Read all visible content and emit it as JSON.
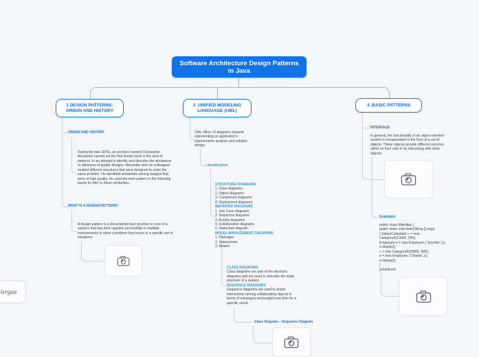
{
  "title": "Software Architecture Design Patterns in Java",
  "signature": "as Vargas",
  "branch1": {
    "header": "1 DESIGN PATTERNS: ORIGIN AND HISTORY",
    "origin_label": "ORIGIN AND HISTORY",
    "origin_body": "During the late 1970s, an architect named Christopher Alexander carried out the first known work in the area of patterns. In an attempt to identify and describe the wholeness or aliveness of quality designs, Alexander and his colleagues studied different structures that were designed to solve the same problem. He identified similarities among designs that were of high quality. He used the term pattern in the following books to refer to these similarities.",
    "what_label": "WHAT IS A DESIGN PATTERN?",
    "what_body": "A design pattern is a documented best practice or core of a solution that has been applied successfully in multiple environments to solve a problem that recurs in a specific set of situations."
  },
  "branch2": {
    "header": "2 .UNIFIED MODELING LANGUAGE (UML)",
    "intro": "UML offers 12 diagrams towards representing an application's requirements analysis and solution design.",
    "classification_label": "classification",
    "structure_heading": "STRUCTURE DIAGRAMS",
    "structure_items": [
      "1. Class diagrams",
      "2. Object diagrams",
      "3. Component diagrams",
      "4. Deployment diagrams"
    ],
    "behavior_heading": "BEHAVIOR DIAGRAMS",
    "behavior_items": [
      "1. Use Case diagrams",
      "2. Sequence diagrams",
      "3. Activity diagrams",
      "4. Collaboration diagrams",
      "5. Statechart diagram"
    ],
    "model_heading": "MODEL MANAGEMENT DIAGRAMS",
    "model_items": [
      "1. Packages",
      "2. Subsystems",
      "3. Models"
    ],
    "class_heading": "CLASS DIAGRAMS",
    "class_body": "Class diagrams are part of the structure diagrams and are used to describe the static structure of a system.",
    "sequence_heading": "SEQUENCE DIAGRAMS",
    "sequence_body": "Sequence diagrams are used to depict interactions among collaborating objects in terms of messages exchanged over time for a specific result.",
    "diagram_caption": "Class Diagram – Sequence Diagram"
  },
  "branch3": {
    "header": "3. BASIC PATTERNS",
    "interface_label": "INTERFACE",
    "interface_body": "In general, the functionality of an object-oriented system is encapsulated in the form of a set of objects. These objects provide different services either on their own or by interacting with other objects.",
    "example_label": "Example:",
    "code_lines": [
      "public class MainApp {",
      "   public static void main(String [] args)",
      "{ SalaryCalculator c = new",
      "CategoryA(10000, 200);",
      "   Employee e = new Employee (\"Jennifer\",c);",
      "e.display();",
      "c = new CategoryB(20000, 800);",
      "e = new Employee (\"Shania\",c);",
      "e.display();",
      "}",
      "}undefined"
    ]
  },
  "colors": {
    "accent_blue": "#1273e8",
    "label_blue": "#1d72cc",
    "heading_cyan": "#2d9bd4"
  }
}
